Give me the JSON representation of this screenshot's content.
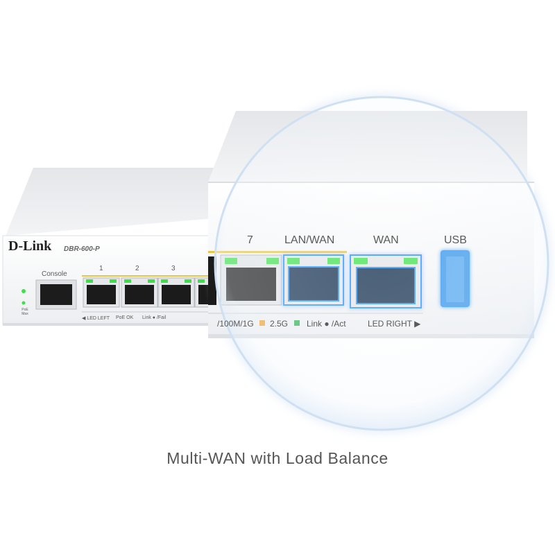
{
  "device": {
    "brand": "D-Link",
    "model": "DBR-600-P",
    "console_label": "Console",
    "port_numbers": [
      "1",
      "2",
      "3"
    ],
    "port_7": "7",
    "lan_wan_label": "LAN/WAN",
    "wan_label": "WAN",
    "usb_label": "USB",
    "led_left_label": "◀ LED LEFT",
    "poe_ok_label": "PoE OK",
    "link_fail_label": "Link ● /Fail",
    "power_label": "PoE Max",
    "speed_legend": "/100M/1G",
    "speed_25g": "2.5G",
    "link_act_label": "Link ● /Act",
    "led_right_label": "LED RIGHT ▶"
  },
  "caption": "Multi-WAN with Load Balance",
  "colors": {
    "led_green": "#3ee04a",
    "port_glow_blue": "#1e90ff",
    "speed_orange": "#f0a030",
    "speed_green": "#2ab04a"
  }
}
